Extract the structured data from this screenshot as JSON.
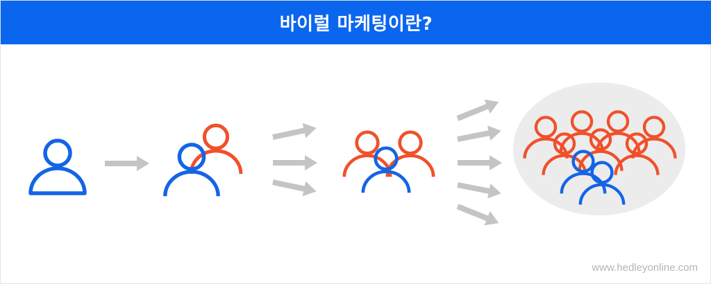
{
  "title": "바이럴 마케팅이란?",
  "watermark": "www.hedleyonline.com",
  "colors": {
    "title_bar": "#0a66ee",
    "person_primary": "#1464e6",
    "person_secondary": "#f0502a",
    "arrow": "#c4c4c4",
    "crowd_background": "#ececec"
  },
  "stages": [
    {
      "label": "one-person",
      "blue_people": 1,
      "orange_people": 0
    },
    {
      "label": "two-people",
      "blue_people": 1,
      "orange_people": 1
    },
    {
      "label": "three-people-group",
      "blue_people": 1,
      "orange_people": 2
    },
    {
      "label": "crowd",
      "blue_people": 2,
      "orange_people": 7
    }
  ],
  "arrow_counts": [
    1,
    3,
    5
  ]
}
